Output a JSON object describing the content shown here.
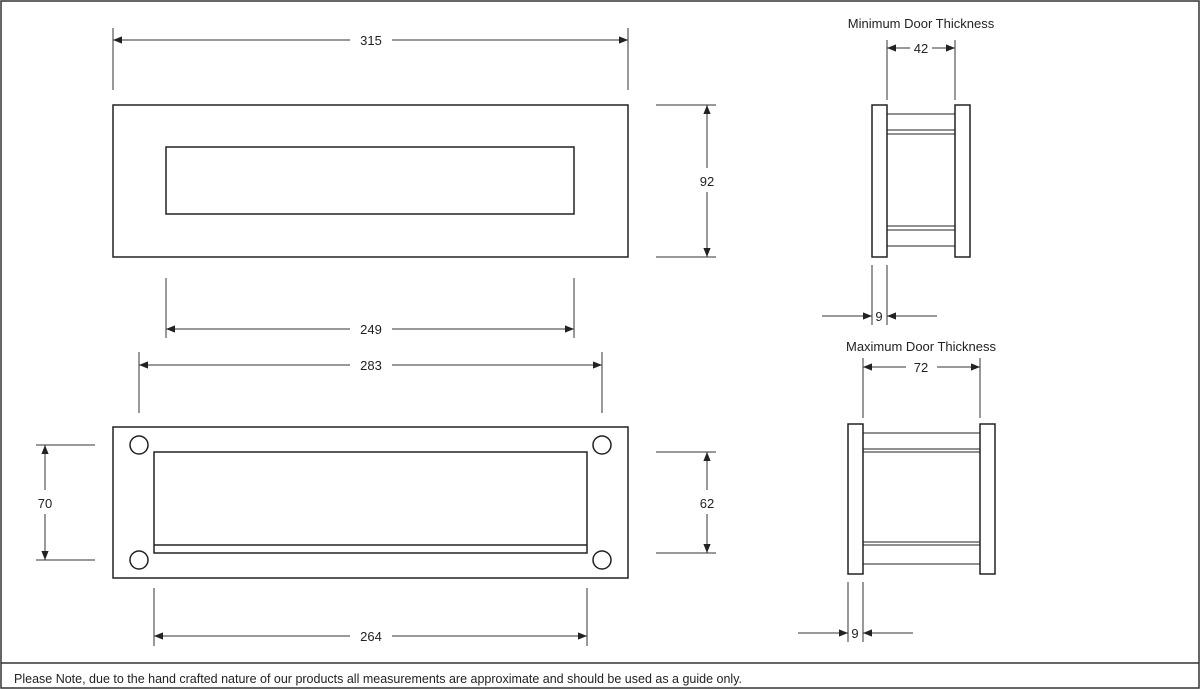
{
  "front_plate": {
    "width_label": "315",
    "height_label": "92",
    "slot_width_label": "249"
  },
  "rear_plate": {
    "width_label": "283",
    "height_label": "70",
    "slot_width_label": "264",
    "slot_height_label": "62"
  },
  "min_door": {
    "title": "Minimum Door Thickness",
    "thickness_label": "42",
    "plate_label": "9"
  },
  "max_door": {
    "title": "Maximum Door Thickness",
    "thickness_label": "72",
    "plate_label": "9"
  },
  "footer": {
    "note": "Please Note, due to the hand crafted nature of our products all measurements are approximate and should be used as a guide only."
  }
}
